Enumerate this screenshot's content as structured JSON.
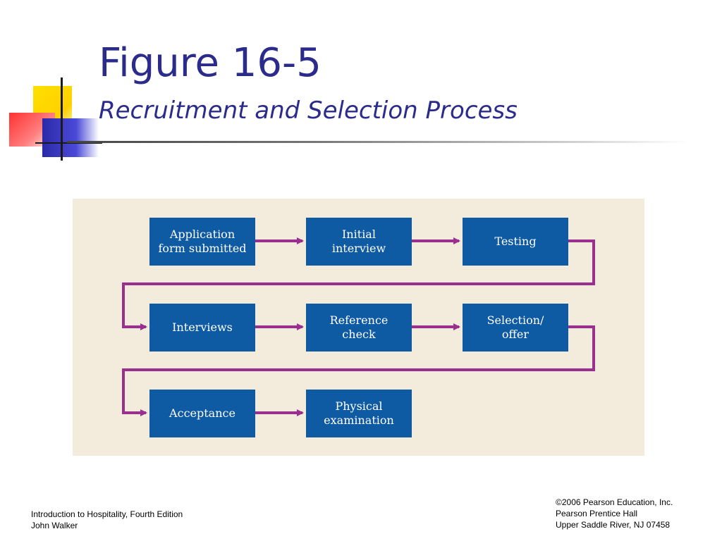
{
  "slide": {
    "title": "Figure 16-5",
    "subtitle": "Recruitment and Selection Process"
  },
  "diagram": {
    "steps": [
      {
        "id": "application",
        "label": "Application\nform submitted"
      },
      {
        "id": "initial-interview",
        "label": "Initial\ninterview"
      },
      {
        "id": "testing",
        "label": "Testing"
      },
      {
        "id": "interviews",
        "label": "Interviews"
      },
      {
        "id": "reference-check",
        "label": "Reference\ncheck"
      },
      {
        "id": "selection-offer",
        "label": "Selection/\noffer"
      },
      {
        "id": "acceptance",
        "label": "Acceptance"
      },
      {
        "id": "physical-examination",
        "label": "Physical\nexamination"
      }
    ],
    "colors": {
      "box": "#0e5aa3",
      "arrow": "#9b2f8f",
      "background": "#f3ecdd",
      "title": "#2b2b8c"
    }
  },
  "footer": {
    "left": [
      "Introduction to Hospitality, Fourth Edition",
      "John Walker"
    ],
    "right": [
      "©2006 Pearson Education, Inc.",
      "Pearson Prentice Hall",
      "Upper Saddle River, NJ 07458"
    ]
  }
}
